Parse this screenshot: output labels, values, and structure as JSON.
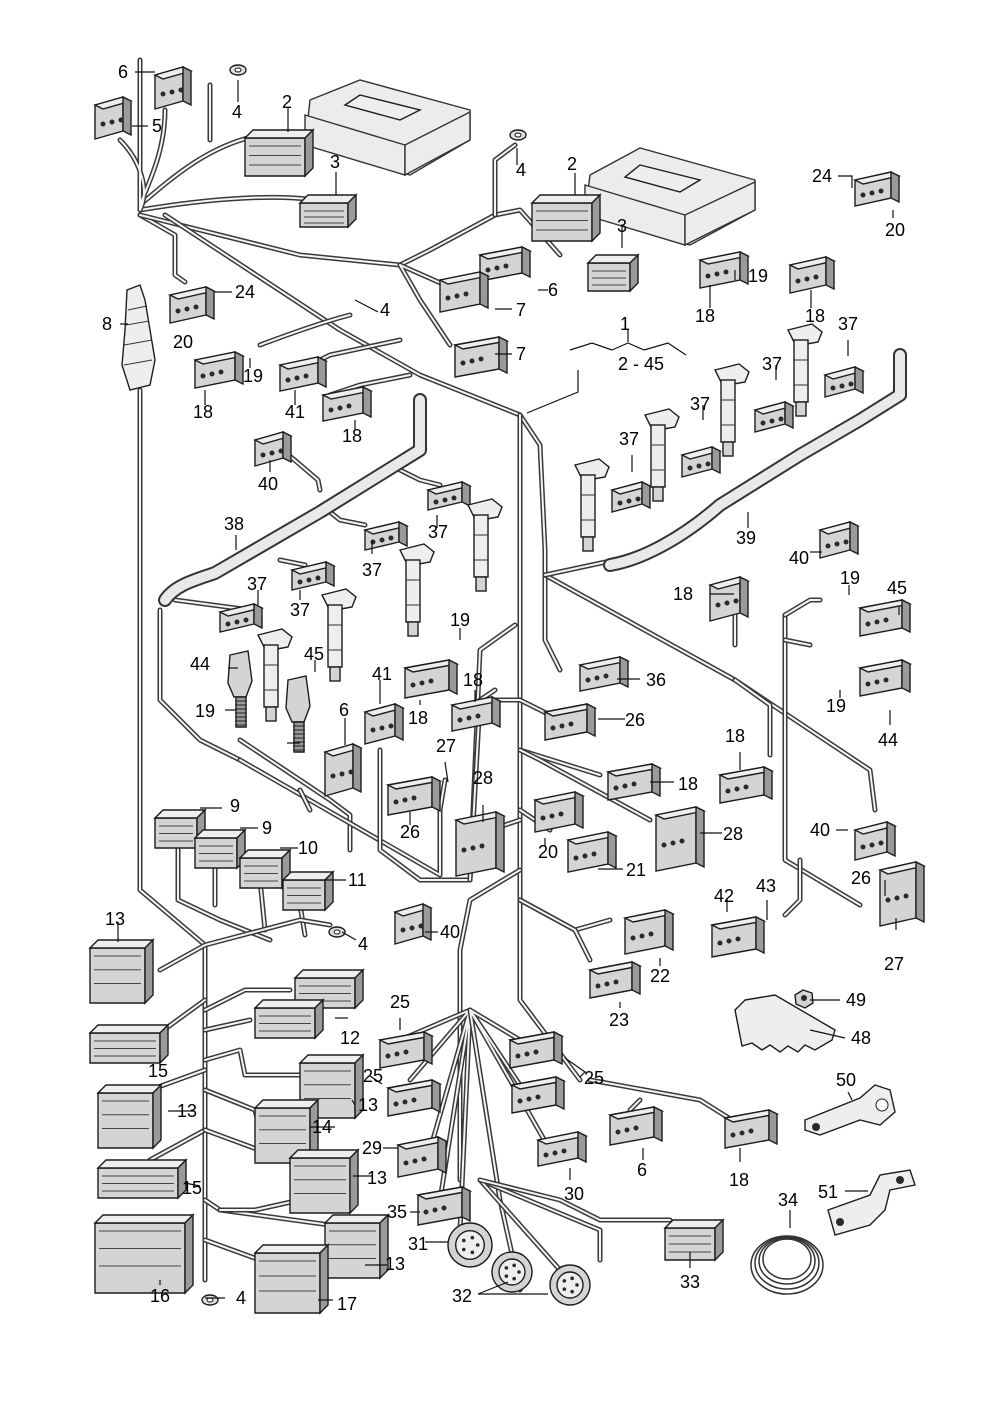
{
  "callouts": [
    {
      "id": "6",
      "text": "6"
    },
    {
      "id": "5",
      "text": "5"
    },
    {
      "id": "4a",
      "text": "4"
    },
    {
      "id": "2a",
      "text": "2"
    },
    {
      "id": "3a",
      "text": "3"
    },
    {
      "id": "4b",
      "text": "4"
    },
    {
      "id": "2b",
      "text": "2"
    },
    {
      "id": "3b",
      "text": "3"
    },
    {
      "id": "24a",
      "text": "24"
    },
    {
      "id": "20a",
      "text": "20"
    },
    {
      "id": "19a",
      "text": "19"
    },
    {
      "id": "18a",
      "text": "18"
    },
    {
      "id": "18b",
      "text": "18"
    },
    {
      "id": "6b",
      "text": "6"
    },
    {
      "id": "7a",
      "text": "7"
    },
    {
      "id": "7b",
      "text": "7"
    },
    {
      "id": "24b",
      "text": "24"
    },
    {
      "id": "20b",
      "text": "20"
    },
    {
      "id": "8",
      "text": "8"
    },
    {
      "id": "4c",
      "text": "4"
    },
    {
      "id": "19b",
      "text": "19"
    },
    {
      "id": "18c",
      "text": "18"
    },
    {
      "id": "41a",
      "text": "41"
    },
    {
      "id": "18d",
      "text": "18"
    },
    {
      "id": "1",
      "text": "1"
    },
    {
      "id": "2-45",
      "text": "2 - 45"
    },
    {
      "id": "37a",
      "text": "37"
    },
    {
      "id": "37b",
      "text": "37"
    },
    {
      "id": "37c",
      "text": "37"
    },
    {
      "id": "37d",
      "text": "37"
    },
    {
      "id": "40a",
      "text": "40"
    },
    {
      "id": "38",
      "text": "38"
    },
    {
      "id": "37e",
      "text": "37"
    },
    {
      "id": "37f",
      "text": "37"
    },
    {
      "id": "39",
      "text": "39"
    },
    {
      "id": "40b",
      "text": "40"
    },
    {
      "id": "37g",
      "text": "37"
    },
    {
      "id": "37h",
      "text": "37"
    },
    {
      "id": "18e",
      "text": "18"
    },
    {
      "id": "19c",
      "text": "19"
    },
    {
      "id": "45a",
      "text": "45"
    },
    {
      "id": "19d",
      "text": "19"
    },
    {
      "id": "44a",
      "text": "44"
    },
    {
      "id": "45b",
      "text": "45"
    },
    {
      "id": "36",
      "text": "36"
    },
    {
      "id": "19e",
      "text": "19"
    },
    {
      "id": "44b",
      "text": "44"
    },
    {
      "id": "41b",
      "text": "41"
    },
    {
      "id": "18f",
      "text": "18"
    },
    {
      "id": "18g",
      "text": "18"
    },
    {
      "id": "19f",
      "text": "19"
    },
    {
      "id": "6c",
      "text": "6"
    },
    {
      "id": "26a",
      "text": "26"
    },
    {
      "id": "27a",
      "text": "27"
    },
    {
      "id": "18h",
      "text": "18"
    },
    {
      "id": "18i",
      "text": "18"
    },
    {
      "id": "28a",
      "text": "28"
    },
    {
      "id": "28b",
      "text": "28"
    },
    {
      "id": "40c",
      "text": "40"
    },
    {
      "id": "9a",
      "text": "9"
    },
    {
      "id": "9b",
      "text": "9"
    },
    {
      "id": "10",
      "text": "10"
    },
    {
      "id": "11",
      "text": "11"
    },
    {
      "id": "26b",
      "text": "26"
    },
    {
      "id": "20c",
      "text": "20"
    },
    {
      "id": "21",
      "text": "21"
    },
    {
      "id": "42",
      "text": "42"
    },
    {
      "id": "43",
      "text": "43"
    },
    {
      "id": "26c",
      "text": "26"
    },
    {
      "id": "27b",
      "text": "27"
    },
    {
      "id": "13a",
      "text": "13"
    },
    {
      "id": "4d",
      "text": "4"
    },
    {
      "id": "40d",
      "text": "40"
    },
    {
      "id": "22",
      "text": "22"
    },
    {
      "id": "23",
      "text": "23"
    },
    {
      "id": "12",
      "text": "12"
    },
    {
      "id": "15a",
      "text": "15"
    },
    {
      "id": "25a",
      "text": "25"
    },
    {
      "id": "25b",
      "text": "25"
    },
    {
      "id": "25c",
      "text": "25"
    },
    {
      "id": "49",
      "text": "49"
    },
    {
      "id": "48",
      "text": "48"
    },
    {
      "id": "13b",
      "text": "13"
    },
    {
      "id": "13c",
      "text": "13"
    },
    {
      "id": "14",
      "text": "14"
    },
    {
      "id": "50",
      "text": "50"
    },
    {
      "id": "29",
      "text": "29"
    },
    {
      "id": "30",
      "text": "30"
    },
    {
      "id": "6d",
      "text": "6"
    },
    {
      "id": "18j",
      "text": "18"
    },
    {
      "id": "13d",
      "text": "13"
    },
    {
      "id": "15b",
      "text": "15"
    },
    {
      "id": "51",
      "text": "51"
    },
    {
      "id": "35",
      "text": "35"
    },
    {
      "id": "34",
      "text": "34"
    },
    {
      "id": "31",
      "text": "31"
    },
    {
      "id": "13e",
      "text": "13"
    },
    {
      "id": "33",
      "text": "33"
    },
    {
      "id": "16",
      "text": "16"
    },
    {
      "id": "4e",
      "text": "4"
    },
    {
      "id": "17",
      "text": "17"
    },
    {
      "id": "32",
      "text": "32"
    }
  ],
  "colors": {
    "line": "#1d1d1d",
    "part_fill": "#d4d4d4",
    "background": "#ffffff"
  }
}
